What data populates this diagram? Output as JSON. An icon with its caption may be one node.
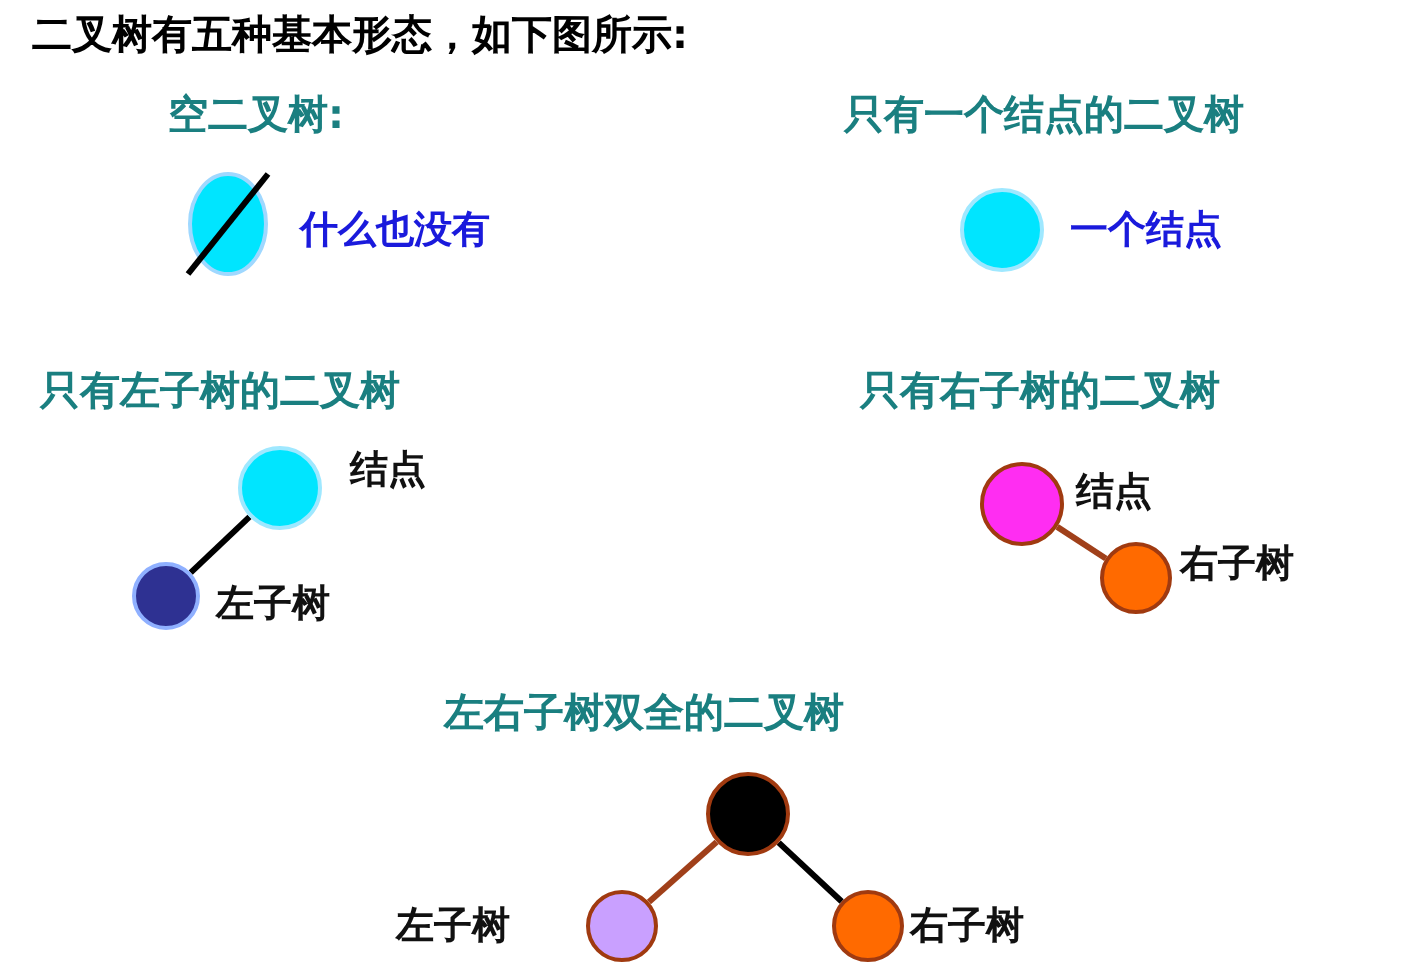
{
  "diagram": {
    "title": "二叉树有五种基本形态，如下图所示:",
    "nodes": [
      {
        "text": [],
        "shape": "circle",
        "beside": [
          "什么也没有"
        ]
      },
      {
        "text": [],
        "shape": "circle",
        "beside": [
          "一个结点"
        ]
      },
      {
        "text": [],
        "shape": "circle",
        "beside": [
          "结点"
        ]
      },
      {
        "text": [],
        "shape": "circle",
        "beside": [
          "左子树"
        ]
      },
      {
        "text": [],
        "shape": "circle",
        "beside": [
          "结点"
        ]
      },
      {
        "text": [],
        "shape": "circle",
        "beside": [
          "右子树"
        ]
      },
      {
        "text": [],
        "shape": "circle"
      },
      {
        "text": [],
        "shape": "circle",
        "beside": [
          "左子树"
        ]
      },
      {
        "text": [],
        "shape": "circle",
        "beside": [
          "右子树"
        ]
      }
    ],
    "edges": [
      {
        "from": 2,
        "to": 3,
        "arrow": "none"
      },
      {
        "from": 4,
        "to": 5,
        "arrow": "none",
        "color": "#a0401a"
      },
      {
        "from": 6,
        "to": 7,
        "arrow": "none",
        "color": "#a0401a"
      },
      {
        "from": 6,
        "to": 8,
        "arrow": "none"
      }
    ],
    "labels": [
      "空二叉树:",
      "只有一个结点的二叉树",
      "只有左子树的二叉树",
      "只有右子树的二叉树",
      "左右子树双全的二叉树"
    ]
  }
}
